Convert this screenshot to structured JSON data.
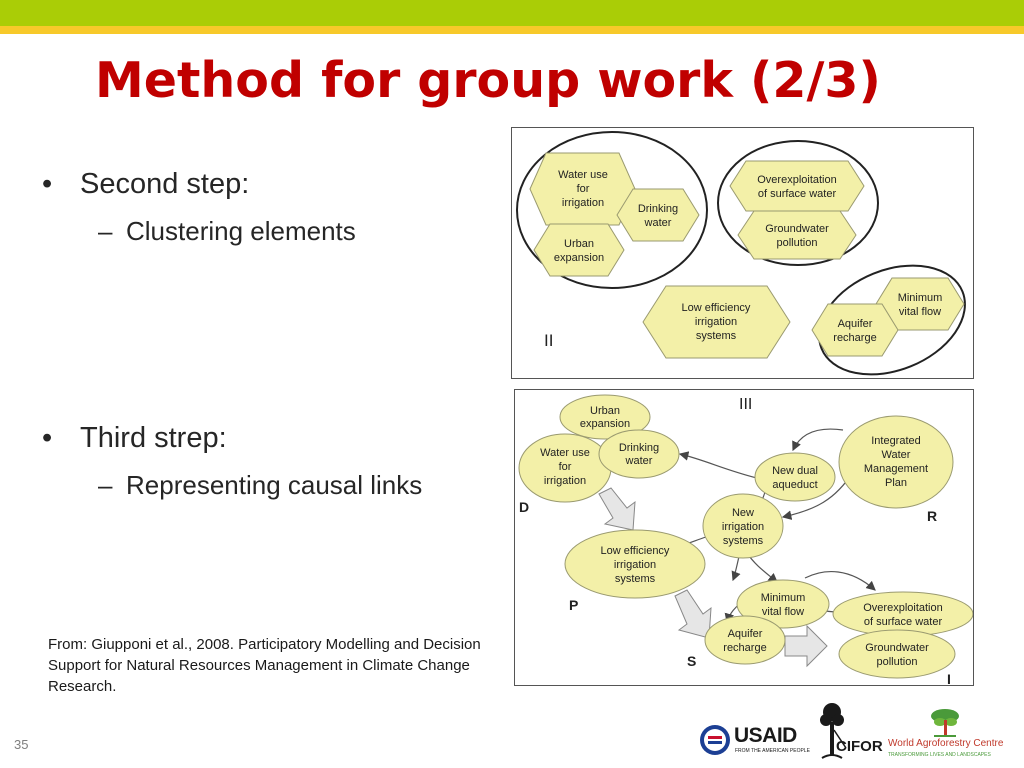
{
  "slide": {
    "title": "Method for group work (2/3)",
    "slide_number": "35",
    "colors": {
      "title": "#c00000",
      "top_bar_green": "#aacd06",
      "top_bar_yellow": "#f7c92a",
      "node_fill": "#f3f0a8"
    }
  },
  "bullets": [
    {
      "text": "Second step:",
      "sub": "Clustering elements"
    },
    {
      "text": "Third strep:",
      "sub": "Representing causal links"
    }
  ],
  "source": "From: Giupponi et al., 2008. Participatory Modelling and Decision Support for Natural Resources Management in Climate Change Research.",
  "diagram_clusters": {
    "label": "II",
    "nodes": {
      "water_use": [
        "Water use",
        "for",
        "irrigation"
      ],
      "drinking": [
        "Drinking",
        "water"
      ],
      "urban": [
        "Urban",
        "expansion"
      ],
      "overexploitation": [
        "Overexploitation",
        "of surface water"
      ],
      "groundwater": [
        "Groundwater",
        "pollution"
      ],
      "low_efficiency": [
        "Low efficiency",
        "irrigation",
        "systems"
      ],
      "minimum": [
        "Minimum",
        "vital flow"
      ],
      "aquifer": [
        "Aquifer",
        "recharge"
      ]
    }
  },
  "diagram_causal": {
    "label": "III",
    "letters": {
      "d": "D",
      "r": "R",
      "p": "P",
      "s": "S",
      "i": "I"
    },
    "nodes": {
      "urban": [
        "Urban",
        "expansion"
      ],
      "water_use": [
        "Water use",
        "for",
        "irrigation"
      ],
      "drinking": [
        "Drinking",
        "water"
      ],
      "integrated": [
        "Integrated",
        "Water",
        "Management",
        "Plan"
      ],
      "new_dual": [
        "New dual",
        "aqueduct"
      ],
      "new_irrigation": [
        "New",
        "irrigation",
        "systems"
      ],
      "low_efficiency": [
        "Low efficiency",
        "irrigation",
        "systems"
      ],
      "minimum": [
        "Minimum",
        "vital flow"
      ],
      "aquifer": [
        "Aquifer",
        "recharge"
      ],
      "overexploitation": [
        "Overexploitation",
        "of surface water"
      ],
      "groundwater": [
        "Groundwater",
        "pollution"
      ]
    }
  },
  "logos": {
    "usaid": {
      "name": "USAID",
      "tagline": "FROM THE AMERICAN PEOPLE"
    },
    "cifor": {
      "name": "CIFOR"
    },
    "icraf": {
      "name": "World Agroforestry Centre",
      "tagline": "TRANSFORMING LIVES AND LANDSCAPES"
    }
  }
}
